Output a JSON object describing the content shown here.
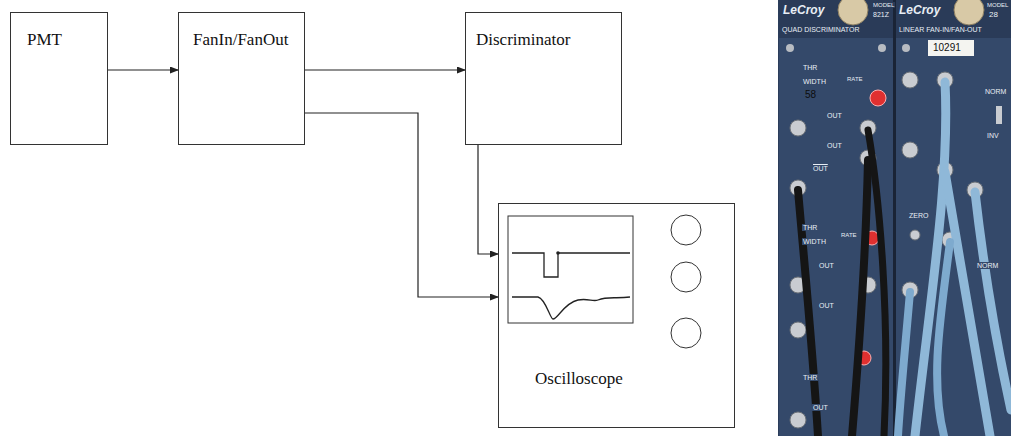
{
  "diagram": {
    "nodes": [
      {
        "text": [
          "PMT"
        ]
      },
      {
        "text": [
          "FanIn/FanOut"
        ]
      },
      {
        "text": [
          "Discriminator"
        ]
      },
      {
        "text": [
          "Oscilloscope"
        ]
      }
    ],
    "edges": [
      {
        "from": 0,
        "to": 1,
        "arrow": "to"
      },
      {
        "from": 1,
        "to": 2,
        "arrow": "to"
      },
      {
        "from": 1,
        "to": 3,
        "arrow": "to"
      },
      {
        "from": 2,
        "to": 3,
        "arrow": "to"
      }
    ],
    "labels": [
      "LeCroy",
      "MODEL",
      "821Z",
      "QUAD DISCRIMINATOR",
      "LeCroy",
      "MODEL",
      "28",
      "LINEAR FAN-IN/FAN-OUT",
      "10291",
      "THR",
      "WIDTH",
      "58",
      "RATE",
      "OUT",
      "OUT",
      "OUT",
      "NORM",
      "INV",
      "ZERO",
      "THR",
      "WIDTH",
      "RATE",
      "OUT",
      "OUT",
      "NORM",
      "THR",
      "OUT"
    ]
  }
}
